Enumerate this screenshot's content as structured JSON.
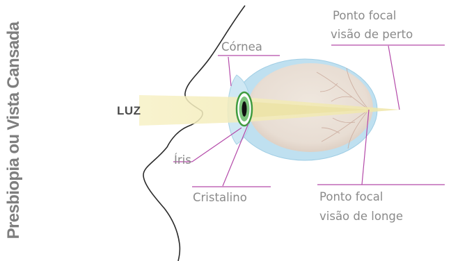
{
  "title": "Presbiopia ou Vista Cansada",
  "labels": {
    "luz": "LUZ",
    "cornea": "Córnea",
    "iris": "Íris",
    "cristalino": "Cristalino",
    "near_focus_line1": "Ponto focal",
    "near_focus_line2": "visão de perto",
    "far_focus_line1": "Ponto focal",
    "far_focus_line2": "visão de longe"
  },
  "colors": {
    "leader_line": "#b44aa9",
    "light_beam": "#f3ecb5",
    "sclera_outer": "#bfe0f0",
    "eyeball": "#ece3da",
    "iris_ring": "#3f9b3f",
    "title_text": "#7e7e7e"
  }
}
